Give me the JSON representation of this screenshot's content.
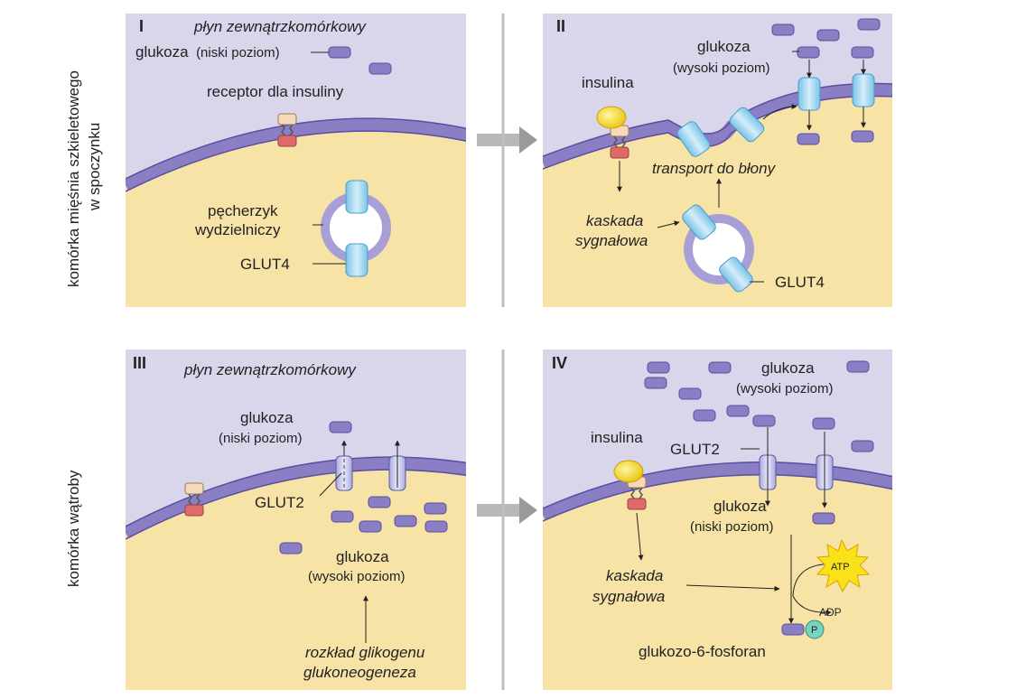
{
  "side_labels": {
    "muscle_line1": "komórka mięśnia szkieletowego",
    "muscle_line2": "w spoczynku",
    "liver": "komórka wątroby"
  },
  "panel_I": {
    "numeral": "I",
    "extracellular": "płyn zewnątrzkomórkowy",
    "glucose": "glukoza",
    "glucose_level": "(niski poziom)",
    "receptor": "receptor dla insuliny",
    "vesicle_line1": "pęcherzyk",
    "vesicle_line2": "wydzielniczy",
    "glut4": "GLUT4"
  },
  "panel_II": {
    "numeral": "II",
    "insulin": "insulina",
    "glucose": "glukoza",
    "glucose_level": "(wysoki poziom)",
    "transport": "transport do błony",
    "cascade_line1": "kaskada",
    "cascade_line2": "sygnałowa",
    "glut4": "GLUT4"
  },
  "panel_III": {
    "numeral": "III",
    "extracellular": "płyn zewnątrzkomórkowy",
    "glucose_out": "glukoza",
    "glucose_out_level": "(niski poziom)",
    "glut2": "GLUT2",
    "glucose_in": "glukoza",
    "glucose_in_level": "(wysoki poziom)",
    "source_line1": "rozkład glikogenu",
    "source_line2": "glukoneogeneza"
  },
  "panel_IV": {
    "numeral": "IV",
    "glucose_out": "glukoza",
    "glucose_out_level": "(wysoki poziom)",
    "insulin": "insulina",
    "glut2": "GLUT2",
    "glucose_in": "glukoza",
    "glucose_in_level": "(niski poziom)",
    "atp": "ATP",
    "adp": "ADP",
    "phosphate": "P",
    "cascade_line1": "kaskada",
    "cascade_line2": "sygnałowa",
    "product": "glukozo-6-fosforan"
  },
  "colors": {
    "extracellular": "#d9d6ec",
    "cytoplasm": "#f8e3a6",
    "membrane": "#8a7fc4",
    "membrane_dark": "#5a4e9e",
    "glucose": "#8a7fc4",
    "transporter": "#a9d8f0",
    "insulin": "#f3d330",
    "atp": "#f9e21a"
  }
}
